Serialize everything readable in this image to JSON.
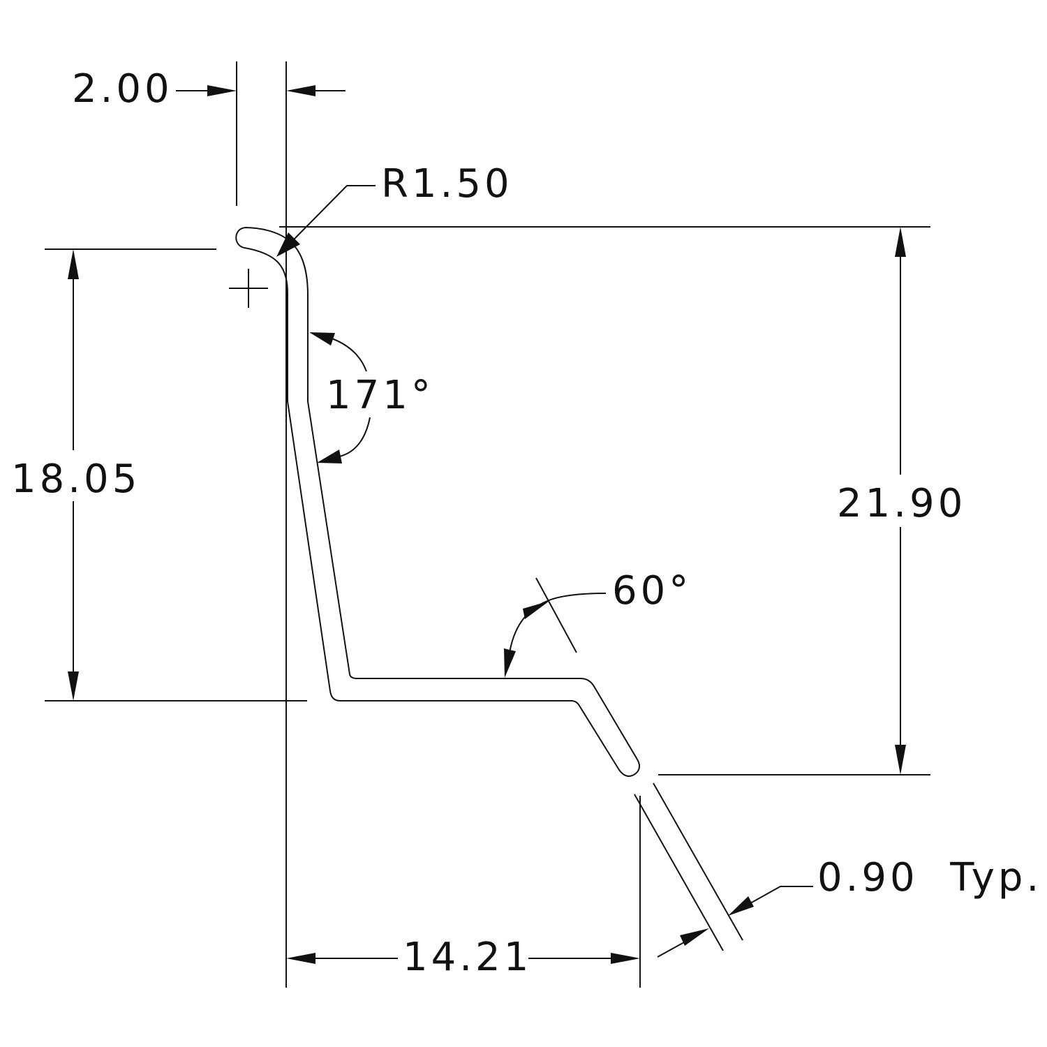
{
  "drawing": {
    "line_color": "#111111",
    "background": "#ffffff"
  },
  "dimensions": {
    "lip_width": "2.00",
    "radius": "R1.50",
    "web_angle": "171°",
    "left_height": "18.05",
    "total_height": "21.90",
    "flange_angle": "60°",
    "horizontal_width": "14.21",
    "thickness": "0.90  Typ."
  }
}
